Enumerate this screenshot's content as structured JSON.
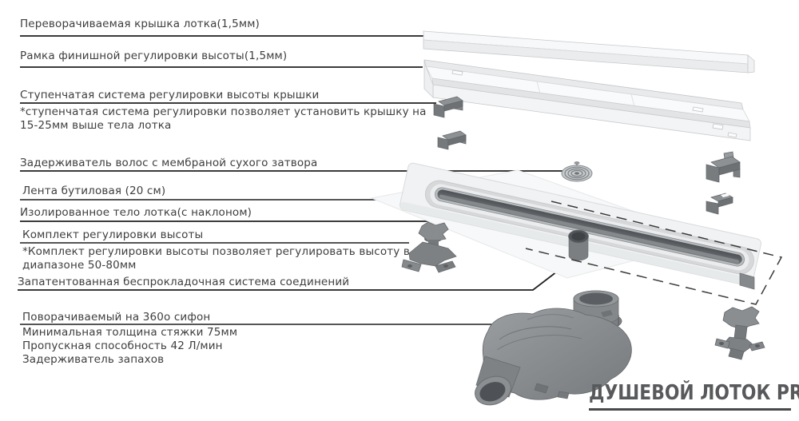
{
  "title_block": {
    "text": "ДУШЕВОЙ ЛОТОК PREMIUM"
  },
  "labels": {
    "cover": {
      "text": "Переворачиваемая крышка лотка(1,5мм)"
    },
    "finish_frame": {
      "text": "Рамка финишной регулировки высоты(1,5мм)"
    },
    "step_system": {
      "text": "Ступенчатая система регулировки высоты крышки",
      "note_line1": "*ступенчатая система регулировки позволяет установить крышку на",
      "note_line2": "15-25мм выше тела лотка"
    },
    "hair_catcher": {
      "text": "Задерживатель волос с мембраной сухого затвора"
    },
    "butyl_tape": {
      "text": "Лента бутиловая (20 см)"
    },
    "tray_body": {
      "text": "Изолированное тело лотка(с наклоном)"
    },
    "height_kit": {
      "text": "Комплект регулировки высоты",
      "note_line1": "*Комплект регулировки высоты позволяет регулировать высоту в",
      "note_line2": "диапазоне 50-80мм"
    },
    "connection": {
      "text": "Запатентованная беспрокладочная система соединений"
    },
    "siphon": {
      "text": "Поворачиваемый на 360о сифон",
      "spec1": "Минимальная толщина стяжки 75мм",
      "spec2": "Пропускная способность 42 Л/мин",
      "spec3": "Задерживатель запахов"
    }
  },
  "diagram_parts": [
    "cover-part",
    "finish-frame-part",
    "step-clip-1",
    "step-clip-2",
    "hair-catcher-part",
    "butyl-tape-part",
    "tray-body-part",
    "drain-outlet-part",
    "installation-outline",
    "height-kit-part",
    "frame-clip-1",
    "frame-clip-2",
    "adjust-foot-part",
    "tray-foot",
    "siphon-part"
  ],
  "colors": {
    "text": "#3e3e3e",
    "leader_line": "#1f1f1f",
    "part_light": "#f2f3f4",
    "part_edge": "#c7c9cb",
    "part_dark": "#7d8184",
    "channel_dark": "#55595d",
    "title": "#58595b",
    "title_rule": "#48494b",
    "background": "#ffffff"
  }
}
